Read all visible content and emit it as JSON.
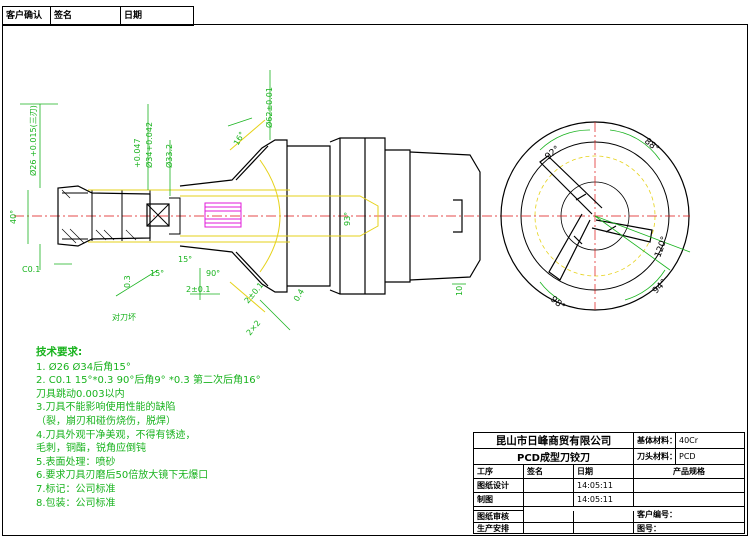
{
  "header": {
    "customer_confirm": "客户确认",
    "signature": "签名",
    "date": "日期"
  },
  "drawing": {
    "dimensions": {
      "d26": "Ø26 +0.015(三刃)",
      "d34": "Ø34+0.042",
      "tol_047": "+0.047",
      "d332": "Ø33.2",
      "d62": "Ø62±0.01",
      "ang15_a": "15°",
      "ang15_b": "15°",
      "ang90": "90°",
      "c01": "C0.1",
      "len03": "0.3",
      "len2_a": "2±0.1",
      "len2_b": "2±0.1",
      "len04": "0.4",
      "len2x2": "2×2",
      "len10": "10",
      "x40": "40°",
      "r16": "16°",
      "val93": "93°",
      "callout": "对刀坏"
    },
    "end_view": {
      "a92": "92°",
      "a88": "88°",
      "a98": "98°",
      "a94": "94°",
      "a120": "120°"
    }
  },
  "notes": {
    "title": "技术要求:",
    "items": [
      "1. Ø26 Ø34后角15°",
      "2. C0.1 15°*0.3 90°后角9° *0.3 第二次后角16°",
      "   刀具跳动0.003以内",
      "3.刀具不能影响使用性能的缺陷",
      "（裂，崩刃和碰伤烧伤，脱焊）",
      "4.刀具外观干净美观，不得有锈迹，",
      "   毛刺，铜酯，锐角应倒钝",
      "5.表面处理：喷砂",
      "6.要求刀具刃磨后50倍放大镜下无爆口",
      "7.标记：公司标准",
      "8.包装：公司标准"
    ]
  },
  "title_block": {
    "company": "昆山市日峰商贸有限公司",
    "product": "PCD成型刀铰刀",
    "base_material_label": "基体材料：",
    "base_material_value": "40Cr",
    "head_material_label": "刀头材料：",
    "head_material_value": "PCD",
    "col_process": "工序",
    "col_signature": "签名",
    "col_date": "日期",
    "col_spec": "产品规格",
    "row_design": "图纸设计",
    "row_draw": "制图",
    "design_time": "14:05:11",
    "draw_time": "14:05:11",
    "row_review": "图纸审核",
    "row_schedule": "生产安排",
    "customer_no": "客户编号：",
    "drawing_no": "图号："
  }
}
